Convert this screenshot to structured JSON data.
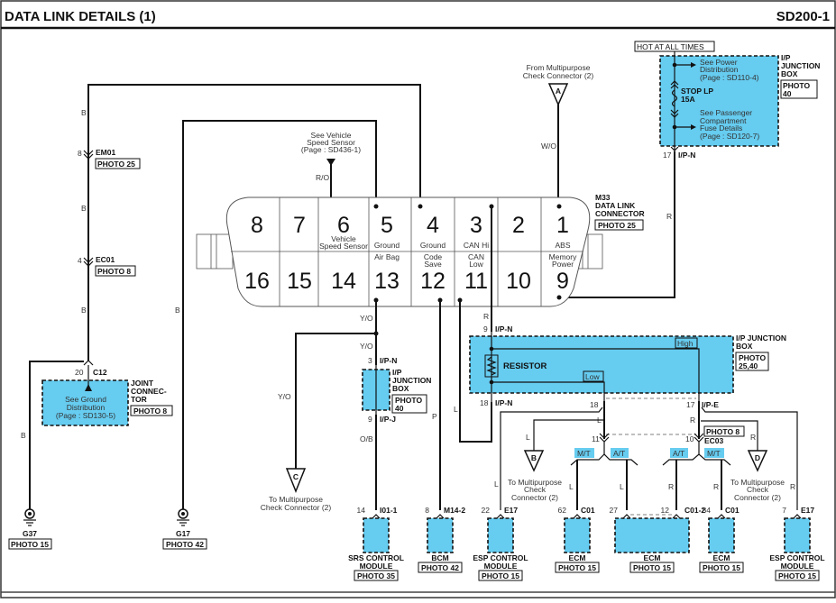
{
  "header": {
    "title": "DATA LINK DETAILS (1)",
    "page_code": "SD200-1"
  },
  "hot_label": "HOT AT ALL TIMES",
  "dlc": {
    "name": "M33",
    "title_lines": [
      "DATA LINK",
      "CONNECTOR"
    ],
    "photo": "PHOTO 25",
    "top_pins": [
      {
        "num": "8",
        "label": ""
      },
      {
        "num": "7",
        "label": ""
      },
      {
        "num": "6",
        "label": "Vehicle Speed Sensor"
      },
      {
        "num": "5",
        "label": "Ground"
      },
      {
        "num": "4",
        "label": "Ground"
      },
      {
        "num": "3",
        "label": "CAN Hi"
      },
      {
        "num": "2",
        "label": ""
      },
      {
        "num": "1",
        "label": "ABS"
      }
    ],
    "bottom_pins": [
      {
        "num": "16",
        "label": ""
      },
      {
        "num": "15",
        "label": ""
      },
      {
        "num": "14",
        "label": ""
      },
      {
        "num": "13",
        "label": "Air Bag"
      },
      {
        "num": "12",
        "label": "Code Save"
      },
      {
        "num": "11",
        "label": "CAN Low"
      },
      {
        "num": "10",
        "label": ""
      },
      {
        "num": "9",
        "label": "Memory Power"
      }
    ]
  },
  "vss_ref": [
    "See Vehicle",
    "Speed Sensor",
    "(Page : SD436-1)"
  ],
  "from_mpcc": [
    "From Multipurpose",
    "Check Connector (2)"
  ],
  "ip_jb_top": {
    "title_lines": [
      "I/P",
      "JUNCTION",
      "BOX"
    ],
    "photo_lines": [
      "PHOTO",
      "40"
    ],
    "ref1": [
      "See Power",
      "Distribution",
      "(Page : SD110-4)"
    ],
    "fuse": [
      "STOP LP",
      "15A"
    ],
    "ref2": [
      "See Passenger",
      "Compartment",
      "Fuse Details",
      "(Page : SD120-7)"
    ],
    "out_pin": "17",
    "out_conn": "I/P-N"
  },
  "left": {
    "em01": {
      "pin": "8",
      "name": "EM01",
      "photo": "PHOTO 25"
    },
    "ec01": {
      "pin": "4",
      "name": "EC01",
      "photo": "PHOTO 8"
    },
    "c12": {
      "pin": "20",
      "name": "C12",
      "title_lines": [
        "JOINT",
        "CONNEC-",
        "TOR"
      ],
      "photo": "PHOTO 8",
      "ref": [
        "See Ground",
        "Distribution",
        "(Page : SD130-5)"
      ]
    },
    "g37": {
      "name": "G37",
      "photo": "PHOTO 15"
    },
    "g17": {
      "name": "G17",
      "photo": "PHOTO 42"
    }
  },
  "mid_jb": {
    "top_pin": "3",
    "top_conn": "I/P-N",
    "bottom_pin": "9",
    "bottom_conn": "I/P-J",
    "title_lines": [
      "I/P",
      "JUNCTION",
      "BOX"
    ],
    "photo_lines": [
      "PHOTO",
      "40"
    ]
  },
  "resistor_jb": {
    "in_pin": "9",
    "in_conn": "I/P-N",
    "out_pin": "18",
    "out_conn": "I/P-N",
    "label": "RESISTOR",
    "high": "High",
    "low": "Low",
    "title_lines": [
      "I/P JUNCTION",
      "BOX"
    ],
    "photo_lines": [
      "PHOTO",
      "25,40"
    ],
    "pin_18": "18",
    "pin_17": "17",
    "conn_e": "I/P-E"
  },
  "ec03": {
    "pin_11": "11",
    "pin_10": "10",
    "name": "EC03",
    "photo": "PHOTO 8"
  },
  "tags": {
    "mt": "M/T",
    "at": "A/T"
  },
  "offpage": {
    "a": {
      "letter": "A"
    },
    "b": {
      "letter": "B",
      "text": [
        "To Multipurpose",
        "Check",
        "Connector (2)"
      ]
    },
    "c": {
      "letter": "C",
      "text": [
        "To Multipurpose",
        "Check Connector (2)"
      ]
    },
    "d": {
      "letter": "D",
      "text": [
        "To Multipurpose",
        "Check",
        "Connector (2)"
      ]
    }
  },
  "wire_colors": {
    "b": "B",
    "wo": "W/O",
    "ro": "R/O",
    "r": "R",
    "yo": "Y/O",
    "ob": "O/B",
    "p": "P",
    "l": "L"
  },
  "modules": [
    {
      "pin": "14",
      "conn": "I01-1",
      "lines": [
        "SRS CONTROL",
        "MODULE"
      ],
      "photo": "PHOTO 35"
    },
    {
      "pin": "8",
      "conn": "M14-2",
      "lines": [
        "BCM"
      ],
      "photo": "PHOTO 42"
    },
    {
      "pin": "22",
      "conn": "E17",
      "lines": [
        "ESP CONTROL",
        "MODULE"
      ],
      "photo": "PHOTO 15"
    },
    {
      "pin": "62",
      "conn": "C01",
      "lines": [
        "ECM"
      ],
      "photo": "PHOTO 15"
    },
    {
      "pin": "27",
      "pin2": "12",
      "conn": "C01-2",
      "lines": [
        "ECM"
      ],
      "photo": "PHOTO 15"
    },
    {
      "pin": "84",
      "conn": "C01",
      "lines": [
        "ECM"
      ],
      "photo": "PHOTO 15"
    },
    {
      "pin": "7",
      "conn": "E17",
      "lines": [
        "ESP CONTROL",
        "MODULE"
      ],
      "photo": "PHOTO 15"
    }
  ]
}
